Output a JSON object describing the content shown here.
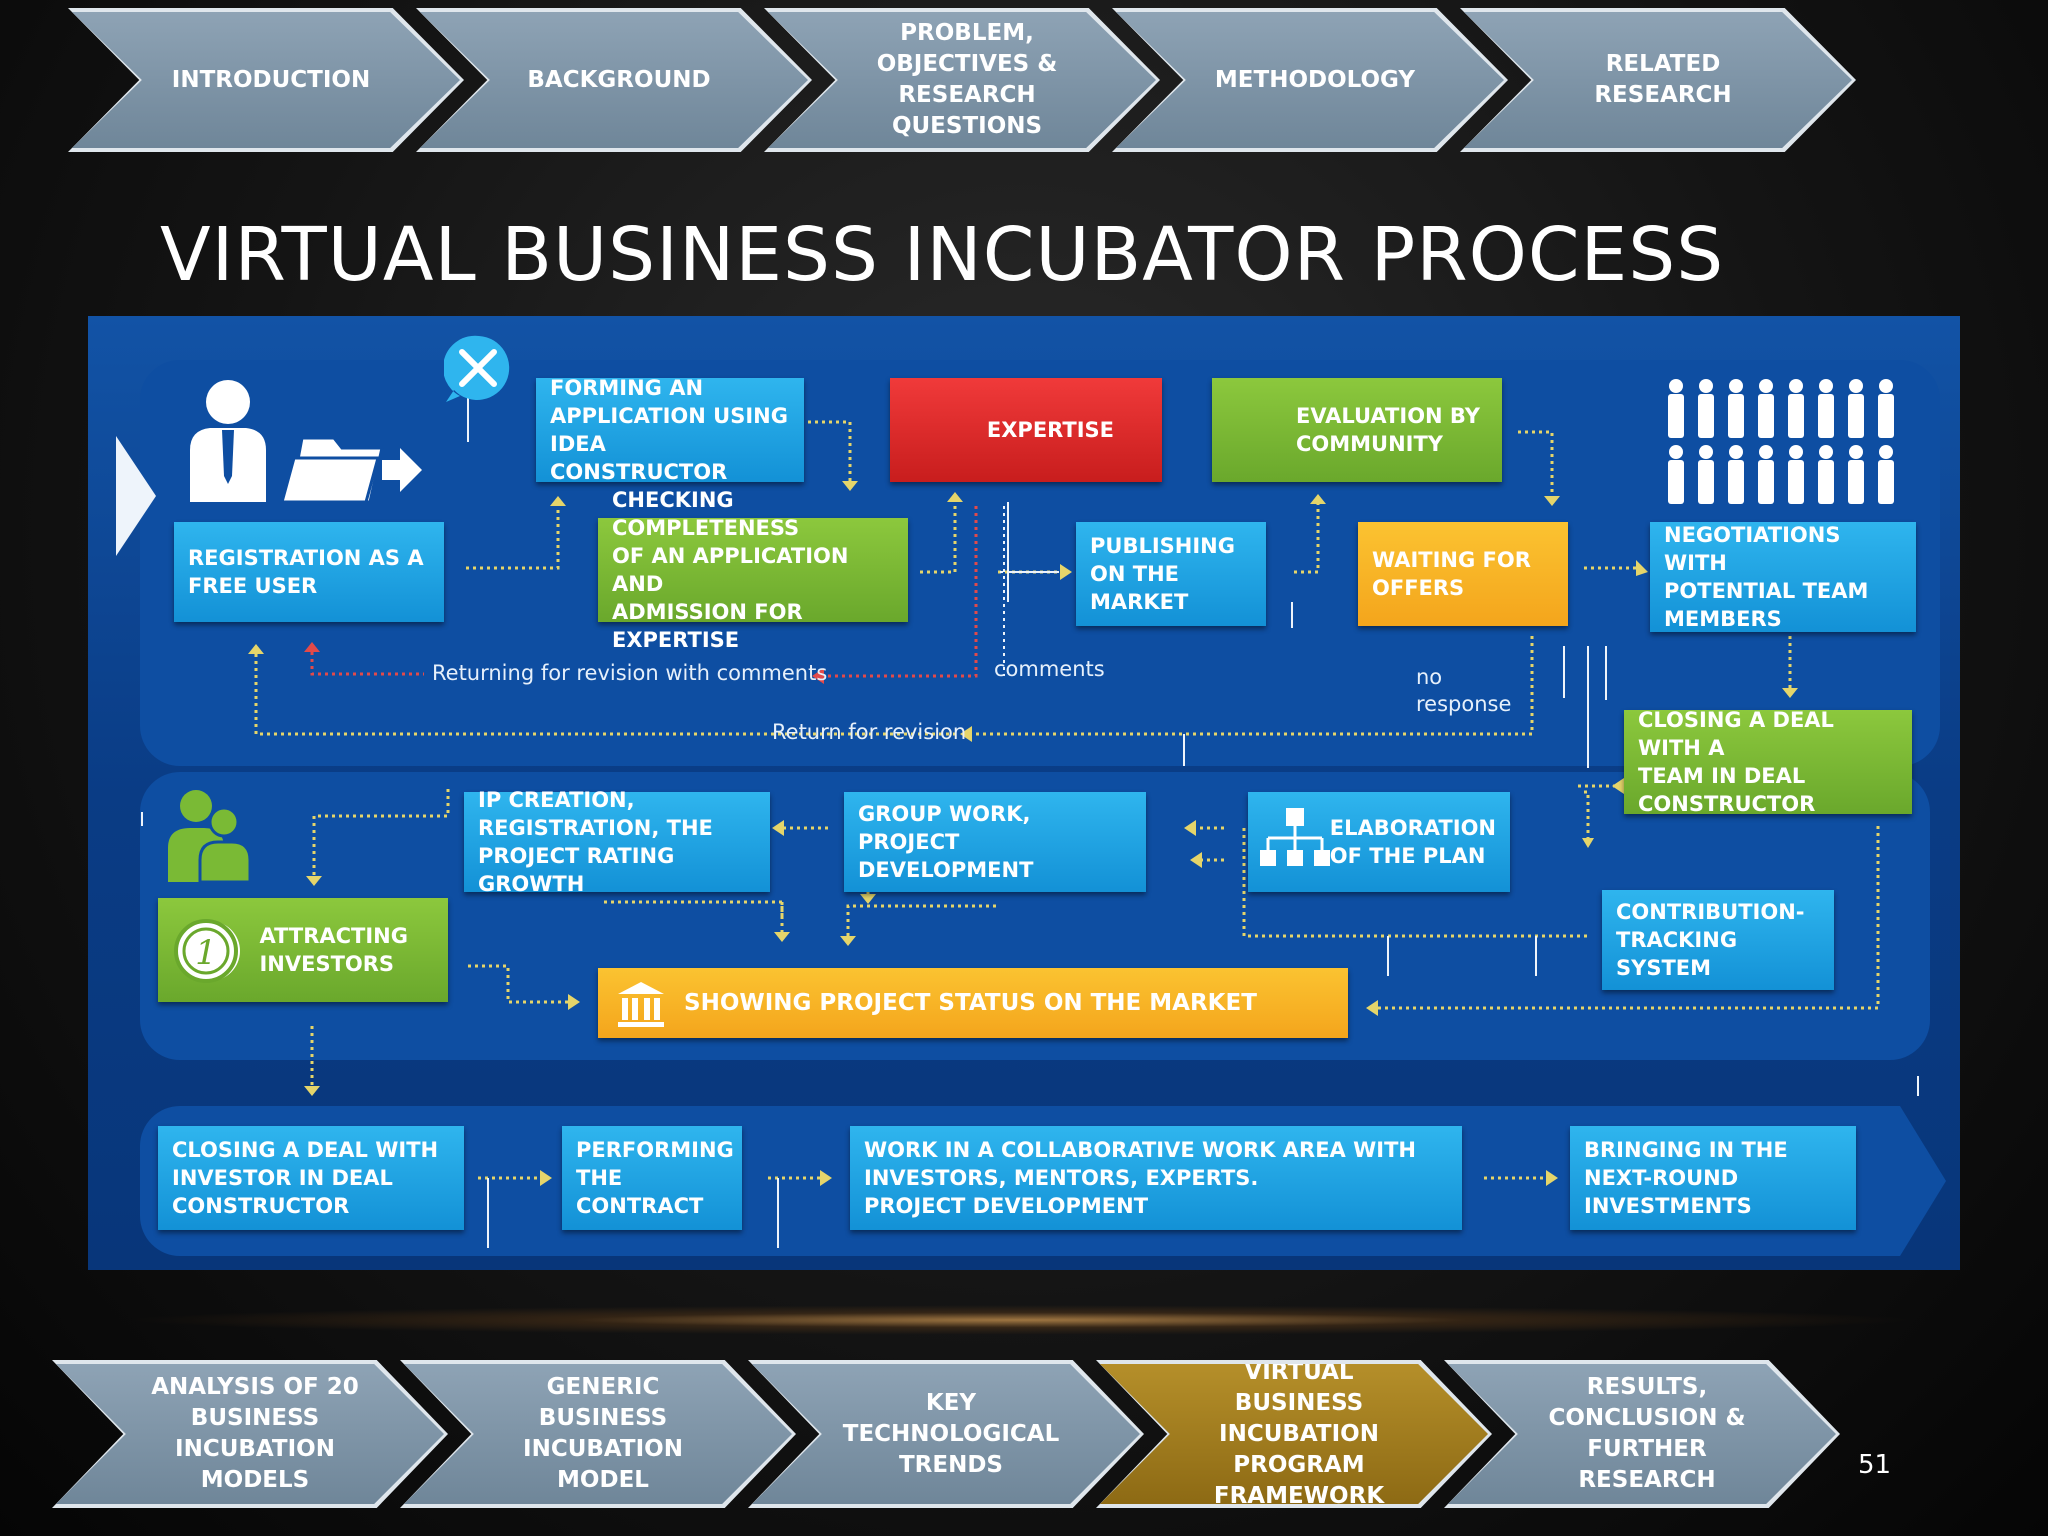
{
  "nav": {
    "top": [
      "INTRODUCTION",
      "BACKGROUND",
      "PROBLEM,\nOBJECTIVES &\nRESEARCH\nQUESTIONS",
      "METHODOLOGY",
      "RELATED\nRESEARCH"
    ],
    "bottom": [
      "ANALYSIS OF 20\nBUSINESS\nINCUBATION\nMODELS",
      "GENERIC BUSINESS\nINCUBATION\nMODEL",
      "KEY\nTECHNOLOGICAL\nTRENDS",
      "VIRTUAL BUSINESS\nINCUBATION\nPROGRAM\nFRAMEWORK",
      "RESULTS,\nCONCLUSION &\nFURTHER\nRESEARCH"
    ],
    "active_bottom_index": 3,
    "colors": {
      "chevron": "#7f95a8",
      "active": "#a37c20"
    }
  },
  "slide": {
    "title": "VIRTUAL BUSINESS INCUBATOR PROCESS",
    "page_number": "51"
  },
  "diagram": {
    "boxes": {
      "registration": "REGISTRATION AS A\nFREE USER",
      "forming": "FORMING AN\nAPPLICATION USING\nIDEA CONSTRUCTOR",
      "expertise": "EXPERTISE",
      "evaluation": "EVALUATION BY\nCOMMUNITY",
      "checking": "CHECKING COMPLETENESS\nOF AN APPLICATION AND\nADMISSION FOR EXPERTISE",
      "publishing": "PUBLISHING\nON THE\nMARKET",
      "waiting": "WAITING FOR\nOFFERS",
      "negotiations": "NEGOTIATIONS WITH\nPOTENTIAL TEAM\nMEMBERS",
      "closing_team": "CLOSING A DEAL WITH A\nTEAM IN DEAL\nCONSTRUCTOR",
      "ip_creation": "IP CREATION,\nREGISTRATION, THE\nPROJECT RATING GROWTH",
      "group_work": "GROUP WORK, PROJECT\nDEVELOPMENT",
      "elaboration": "ELABORATION\nOF THE PLAN",
      "contribution": "CONTRIBUTION-\nTRACKING SYSTEM",
      "attracting": "ATTRACTING\nINVESTORS",
      "showing": "SHOWING PROJECT STATUS ON THE MARKET",
      "closing_investor": "CLOSING A DEAL WITH\nINVESTOR IN DEAL\nCONSTRUCTOR",
      "performing": "PERFORMING\nTHE\nCONTRACT",
      "work_collab": "WORK IN A COLLABORATIVE WORK AREA WITH\nINVESTORS, MENTORS, EXPERTS.\nPROJECT DEVELOPMENT",
      "bringing": "BRINGING IN THE\nNEXT-ROUND\nINVESTMENTS"
    },
    "labels": {
      "returning": "Returning for revision with comments",
      "comments": "comments",
      "no_response": "no\nresponse",
      "return_revision": "Return for revision"
    },
    "colors": {
      "background": "#0b4590",
      "blue": "#1ea3e3",
      "green": "#7aba35",
      "red": "#e02a2a",
      "orange": "#f7b125",
      "arrow": "#e5d56a",
      "arrow_red": "#e24a4a"
    }
  }
}
